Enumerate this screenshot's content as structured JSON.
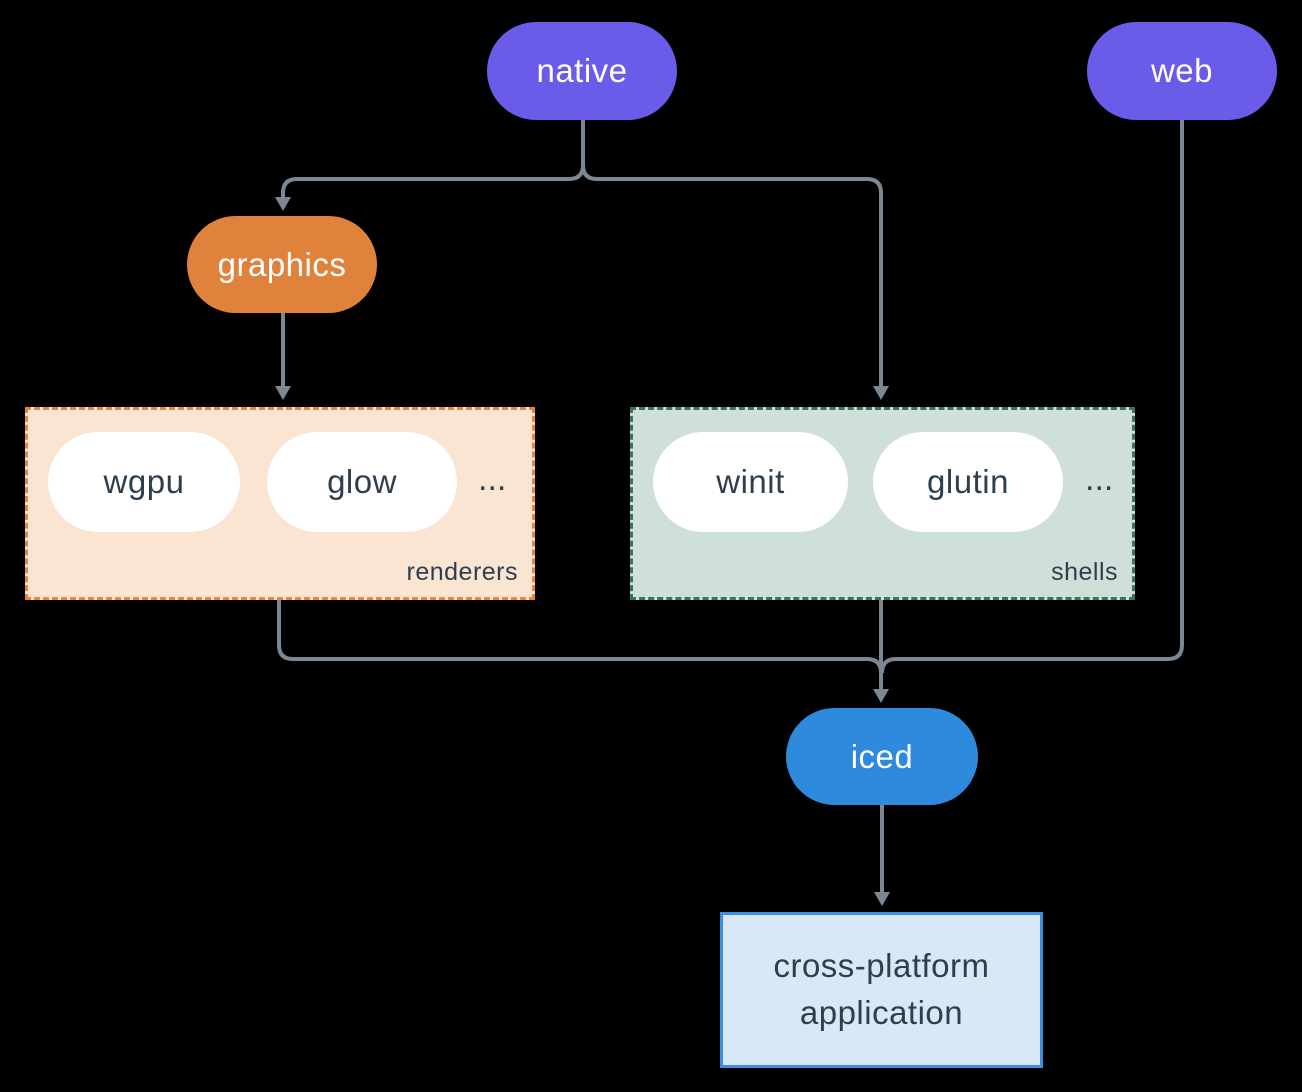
{
  "diagram": {
    "nodes": {
      "native": {
        "label": "native"
      },
      "web": {
        "label": "web"
      },
      "graphics": {
        "label": "graphics"
      },
      "iced": {
        "label": "iced"
      },
      "application": {
        "label": "cross-platform application"
      }
    },
    "groups": {
      "renderers": {
        "label": "renderers",
        "items": [
          "wgpu",
          "glow"
        ],
        "ellipsis": "..."
      },
      "shells": {
        "label": "shells",
        "items": [
          "winit",
          "glutin"
        ],
        "ellipsis": "..."
      }
    },
    "edges": [
      {
        "from": "native",
        "to": "graphics"
      },
      {
        "from": "native",
        "to": "shells"
      },
      {
        "from": "graphics",
        "to": "renderers"
      },
      {
        "from": "renderers",
        "to": "iced"
      },
      {
        "from": "shells",
        "to": "iced"
      },
      {
        "from": "web",
        "to": "iced"
      },
      {
        "from": "iced",
        "to": "application"
      }
    ]
  },
  "colors": {
    "bg": "#000000",
    "line": "#7B8894",
    "node-purple": "#6A5CE9",
    "node-orange": "#E0823B",
    "node-blue": "#2E8ADC",
    "text-dark": "#2F3E4E",
    "renderers-fill": "#FAE4D2",
    "renderers-border": "#E8873C",
    "shells-fill": "#CFDFD9",
    "shells-border": "#367465",
    "app-fill": "#D9E8F7",
    "app-border": "#3D8DE1"
  }
}
